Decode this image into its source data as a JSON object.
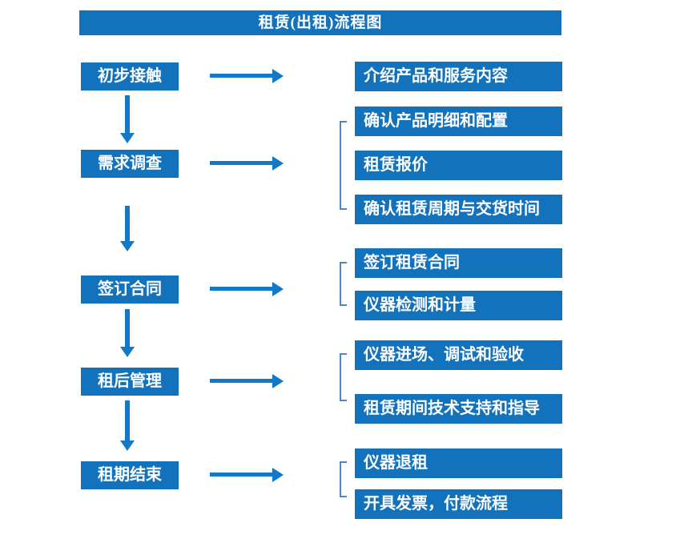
{
  "title": "租赁(出租)流程图",
  "colors": {
    "primary": "#1272BC",
    "arrow": "#1278C8",
    "bracket": "#4C86C4",
    "box_text": "#FFFFFF",
    "background": "#FFFFFF"
  },
  "steps": [
    {
      "label": "初步接触",
      "details": [
        "介绍产品和服务内容"
      ]
    },
    {
      "label": "需求调查",
      "details": [
        "确认产品明细和配置",
        "租赁报价",
        "确认租赁周期与交货时间"
      ]
    },
    {
      "label": "签订合同",
      "details": [
        "签订租赁合同",
        "仪器检测和计量"
      ]
    },
    {
      "label": "租后管理",
      "details": [
        "仪器进场、调试和验收",
        "租赁期间技术支持和指导"
      ]
    },
    {
      "label": "租期结束",
      "details": [
        "仪器退租",
        "开具发票，付款流程"
      ]
    }
  ]
}
